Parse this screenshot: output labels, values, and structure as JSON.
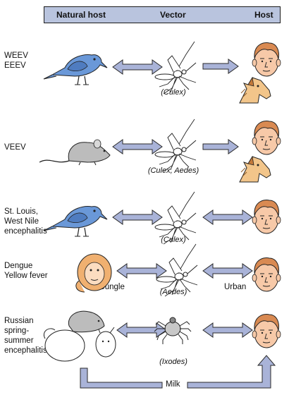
{
  "header": {
    "natural_host": "Natural host",
    "vector": "Vector",
    "host": "Host"
  },
  "rows": [
    {
      "label_lines": [
        "WEEV",
        "EEEV"
      ],
      "vector": "(Culex)"
    },
    {
      "label_lines": [
        "VEEV"
      ],
      "vector": "(Culex, Aedes)"
    },
    {
      "label_lines": [
        "St. Louis,",
        "West Nile",
        "encephalitis"
      ],
      "vector": "(Culex)"
    },
    {
      "label_lines": [
        "Dengue",
        "Yellow fever"
      ],
      "vector": "(Aedes)",
      "left_place": "Jungle",
      "right_place": "Urban"
    },
    {
      "label_lines": [
        "Russian",
        "spring-",
        "summer",
        "encephalitis"
      ],
      "vector": "(Ixodes)",
      "milk": "Milk"
    }
  ],
  "colors": {
    "header_fill": "#b9c4de",
    "arrow_fill": "#a9b3d8",
    "bird": "#6a98d8",
    "rodent": "#bcbcbc",
    "skin": "#f7c9a8",
    "horse": "#f2c58a",
    "monkey": "#f0b070"
  }
}
